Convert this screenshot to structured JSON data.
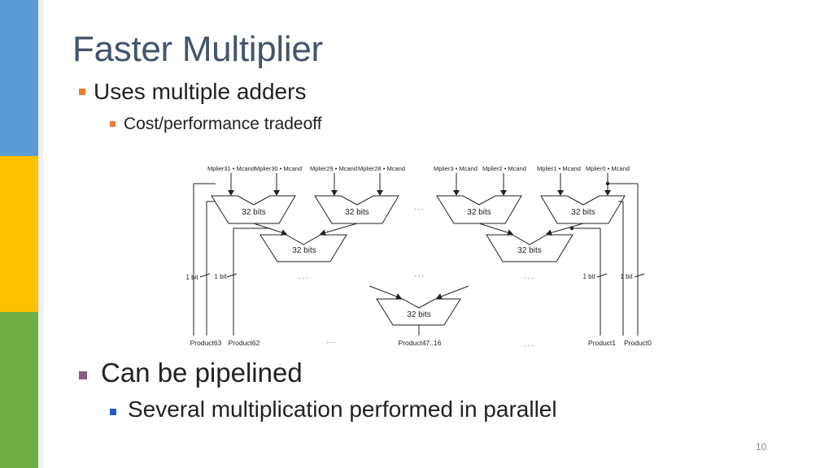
{
  "slide": {
    "title": "Faster Multiplier",
    "bullets": [
      {
        "text": "Uses multiple adders",
        "color": "#ed7d31"
      },
      {
        "text": "Cost/performance tradeoff",
        "color": "#ed7d31"
      },
      {
        "text": "Can be pipelined",
        "color": "#8e5a7c"
      },
      {
        "text": "Several multiplication performed in parallel",
        "color": "#1f5fbf"
      }
    ],
    "slide_number": "10"
  },
  "diagram": {
    "inputs": [
      "Mplier31 • Mcand",
      "Mplier30 • Mcand",
      "Mplier29 • Mcand",
      "Mplier28 • Mcand",
      "Mplier3 • Mcand",
      "Mplier2 • Mcand",
      "Mplier1 • Mcand",
      "Mplier0 • Mcand"
    ],
    "adder_label": "32 bits",
    "bit_label": "1 bit",
    "ellipsis": ". . .",
    "outputs": [
      "Product63",
      "Product62",
      "Product47..16",
      "Product1",
      "Product0"
    ]
  }
}
